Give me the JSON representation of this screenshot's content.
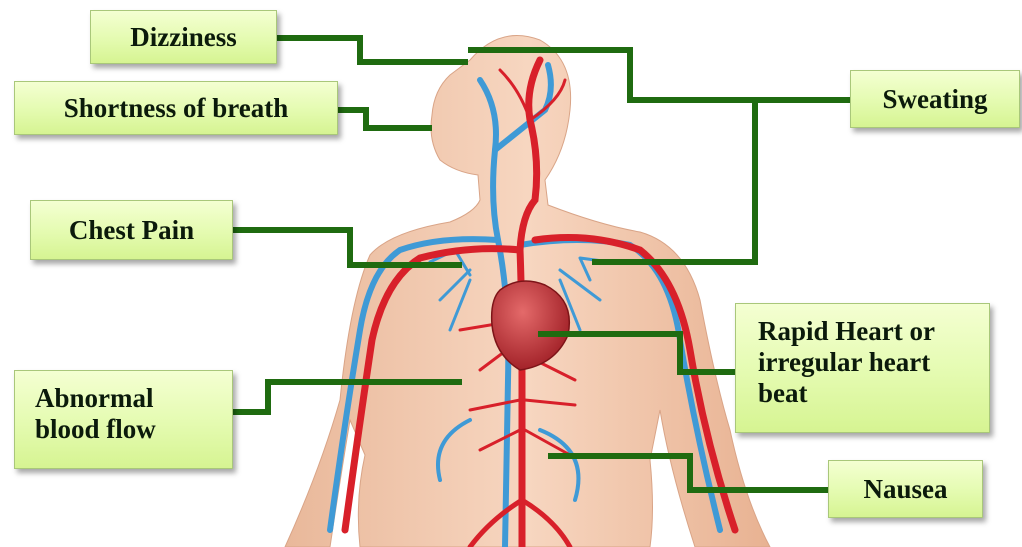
{
  "labels": {
    "dizziness": "Dizziness",
    "shortness_of_breath": "Shortness of breath",
    "chest_pain": "Chest Pain",
    "abnormal_blood_flow": [
      "Abnormal",
      "blood flow"
    ],
    "sweating": "Sweating",
    "rapid_heart": [
      "Rapid Heart or",
      "irregular  heart",
      "beat"
    ],
    "nausea": "Nausea"
  },
  "colors": {
    "connector": "#1f6b10",
    "label_fill": "#e4fbb0",
    "artery": "#d8202a",
    "vein": "#3f9ad6",
    "skin": "#f2c8ae"
  },
  "icons": [
    "human-body-illustration",
    "heart-illustration"
  ]
}
